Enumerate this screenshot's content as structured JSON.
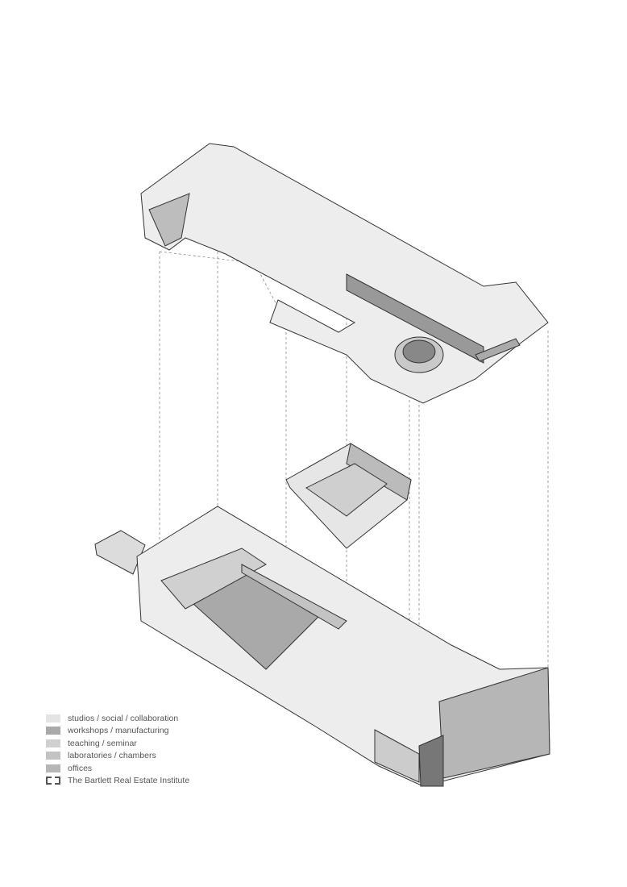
{
  "legend": {
    "items": [
      {
        "label": "studios / social / collaboration",
        "color": "#e4e4e4"
      },
      {
        "label": "workshops / manufacturing",
        "color": "#a9a9a9"
      },
      {
        "label": "teaching / seminar",
        "color": "#d0d0d0"
      },
      {
        "label": "laboratories / chambers",
        "color": "#c3c3c3"
      },
      {
        "label": "offices",
        "color": "#b6b6b6"
      }
    ],
    "boundary": {
      "label": "The Bartlett Real Estate Institute",
      "icon": "dashed-corner-bracket-icon"
    }
  }
}
